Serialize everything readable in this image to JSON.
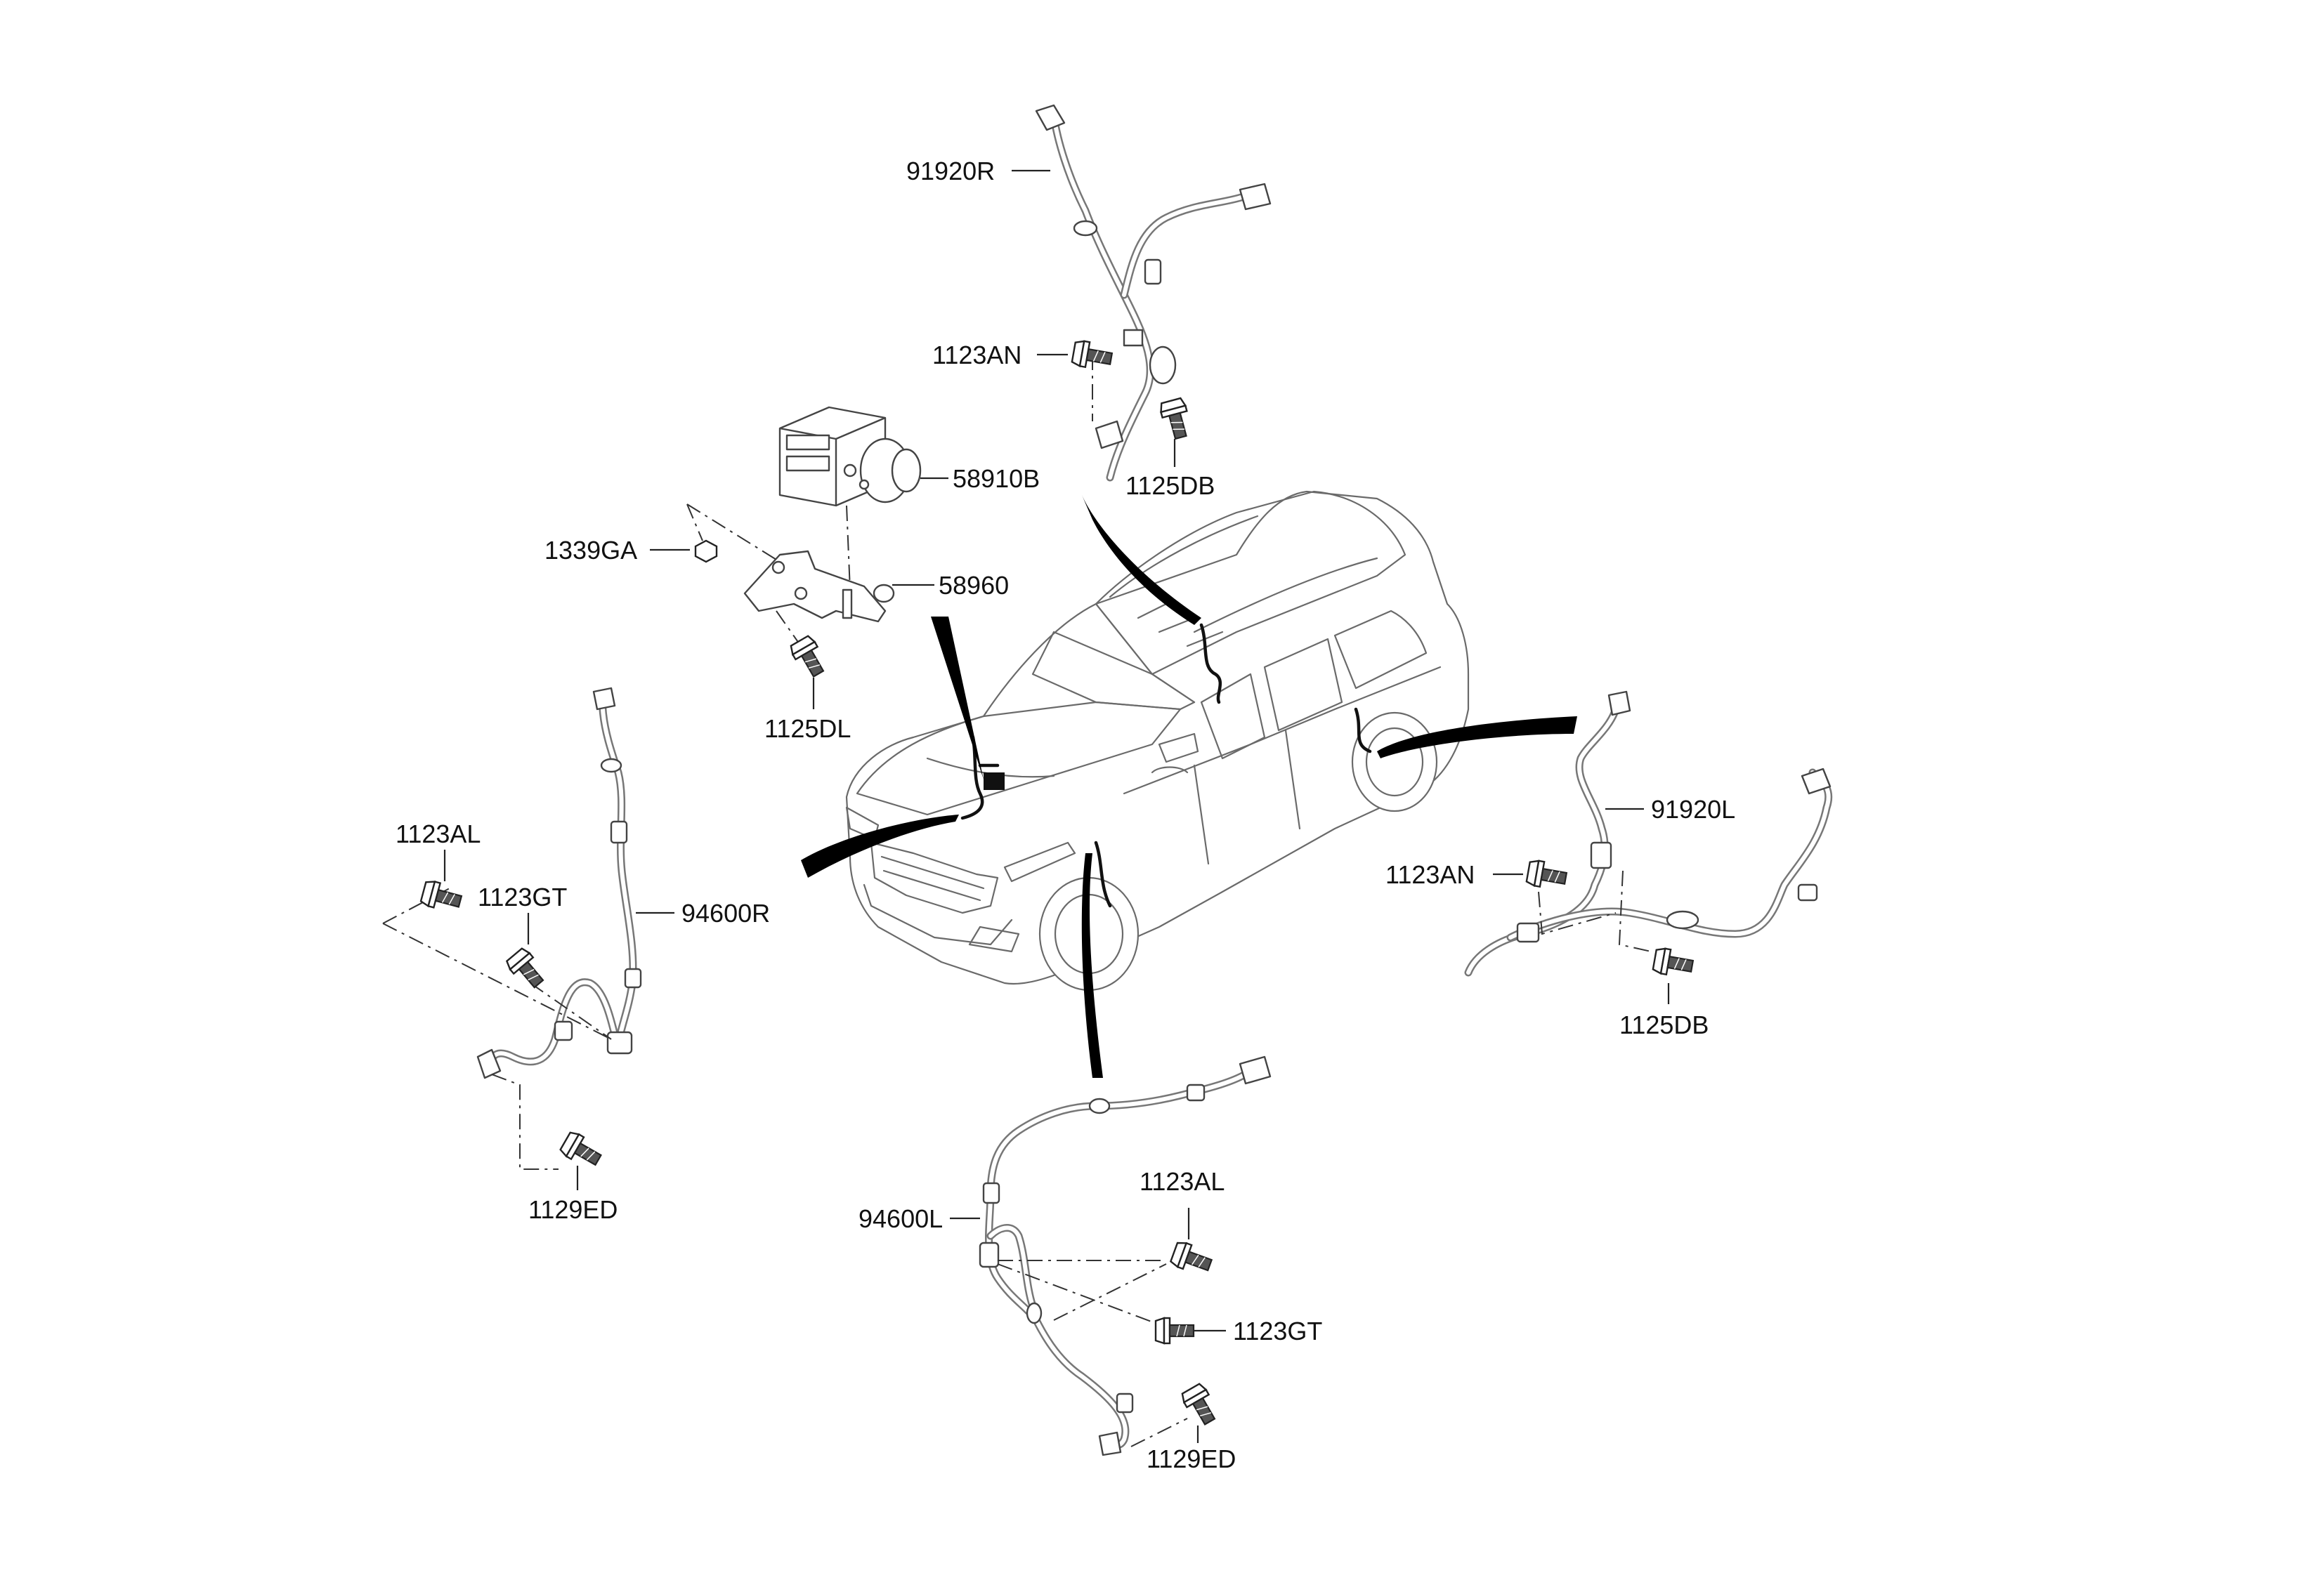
{
  "diagram": {
    "labels": {
      "p91920R": "91920R",
      "p1123AN_top": "1123AN",
      "p1125DB_top": "1125DB",
      "p58910B": "58910B",
      "p1339GA": "1339GA",
      "p58960": "58960",
      "p1125DL": "1125DL",
      "p1123AL_left": "1123AL",
      "p1123GT_left": "1123GT",
      "p94600R": "94600R",
      "p1129ED_left": "1129ED",
      "p91920L": "91920L",
      "p1123AN_right": "1123AN",
      "p1125DB_right": "1125DB",
      "p94600L": "94600L",
      "p1123AL_bottom": "1123AL",
      "p1123GT_bottom": "1123GT",
      "p1129ED_bottom": "1129ED"
    }
  }
}
